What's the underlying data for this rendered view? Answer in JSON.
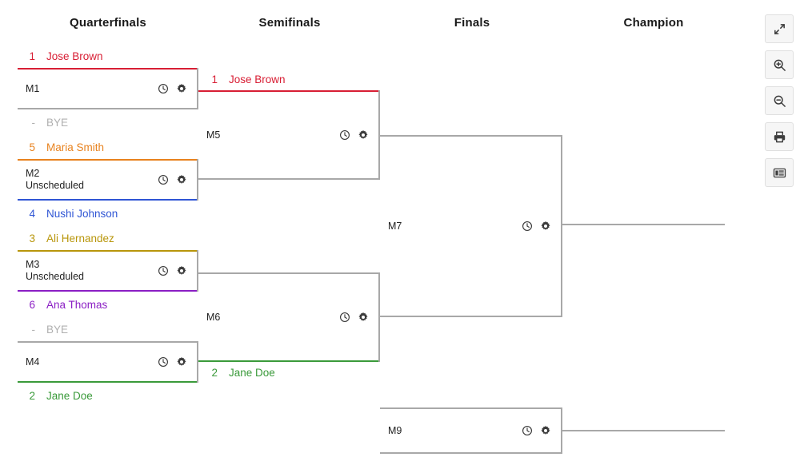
{
  "colors": {
    "red": "#D81E34",
    "orange": "#E8821E",
    "blue": "#2F55D4",
    "gold": "#B8960B",
    "purple": "#8B1FC4",
    "green": "#3A9A3A",
    "gray": "#a8a8a8",
    "bye_text": "#b0b0b0",
    "text": "#222222"
  },
  "headers": [
    {
      "label": "Quarterfinals"
    },
    {
      "label": "Semifinals"
    },
    {
      "label": "Finals"
    },
    {
      "label": "Champion"
    }
  ],
  "icons": {
    "clock": "clock-icon",
    "gear": "gear-icon",
    "fullscreen": "fullscreen-icon",
    "zoom_in": "zoom-in-icon",
    "zoom_out": "zoom-out-icon",
    "print": "print-icon",
    "list": "list-view-icon"
  },
  "toolbar": [
    {
      "name": "fullscreen-button",
      "icon": "fullscreen-icon",
      "title": "Fullscreen"
    },
    {
      "name": "zoom-in-button",
      "icon": "zoom-in-icon",
      "title": "Zoom in"
    },
    {
      "name": "zoom-out-button",
      "icon": "zoom-out-icon",
      "title": "Zoom out"
    },
    {
      "name": "print-button",
      "icon": "print-icon",
      "title": "Print"
    },
    {
      "name": "list-view-button",
      "icon": "list-view-icon",
      "title": "List view"
    }
  ],
  "matches": {
    "m1": {
      "id": "M1",
      "status": ""
    },
    "m2": {
      "id": "M2",
      "status": "Unscheduled"
    },
    "m3": {
      "id": "M3",
      "status": "Unscheduled"
    },
    "m4": {
      "id": "M4",
      "status": ""
    },
    "m5": {
      "id": "M5",
      "status": ""
    },
    "m6": {
      "id": "M6",
      "status": ""
    },
    "m7": {
      "id": "M7",
      "status": ""
    },
    "m9": {
      "id": "M9",
      "status": ""
    }
  },
  "players": {
    "qf_m1_top": {
      "seed": "1",
      "name": "Jose Brown",
      "color": "#D81E34"
    },
    "qf_m1_bottom": {
      "seed": "-",
      "name": "BYE",
      "color": "#b0b0b0"
    },
    "qf_m2_top": {
      "seed": "5",
      "name": "Maria Smith",
      "color": "#E8821E"
    },
    "qf_m2_bottom": {
      "seed": "4",
      "name": "Nushi Johnson",
      "color": "#2F55D4"
    },
    "qf_m3_top": {
      "seed": "3",
      "name": "Ali Hernandez",
      "color": "#B8960B"
    },
    "qf_m3_bottom": {
      "seed": "6",
      "name": "Ana Thomas",
      "color": "#8B1FC4"
    },
    "qf_m4_top": {
      "seed": "-",
      "name": "BYE",
      "color": "#b0b0b0"
    },
    "qf_m4_bottom": {
      "seed": "2",
      "name": "Jane Doe",
      "color": "#3A9A3A"
    },
    "sf_m5_top": {
      "seed": "1",
      "name": "Jose Brown",
      "color": "#D81E34"
    },
    "sf_m6_bottom": {
      "seed": "2",
      "name": "Jane Doe",
      "color": "#3A9A3A"
    }
  }
}
